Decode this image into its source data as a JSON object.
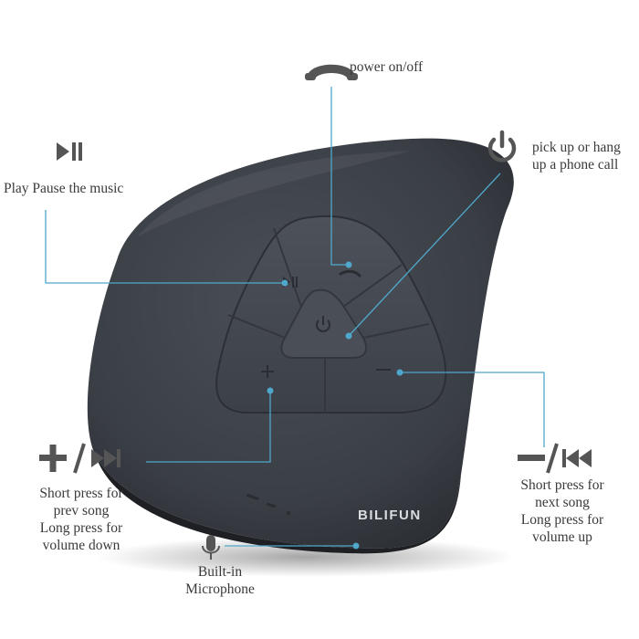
{
  "brand": "BILIFUN",
  "colors": {
    "body": "#3a3e45",
    "body_edge": "#23262b",
    "panel": "#454a52",
    "callout_line": "#4fa8cc",
    "icon_gray": "#555555"
  },
  "callouts": {
    "play_pause": {
      "icon": "play-pause-icon",
      "text": "Play Pause the music"
    },
    "power": {
      "icon": "phone-handset-icon",
      "text": "power on/off"
    },
    "call": {
      "icon": "power-icon",
      "lines": [
        "pick up or hang",
        "up a phone call"
      ]
    },
    "volume_down": {
      "icon": "plus-next-icon",
      "lines": [
        "Short press for",
        "prev song",
        "Long press for",
        "volume down"
      ]
    },
    "volume_up": {
      "icon": "minus-prev-icon",
      "lines": [
        "Short press for",
        "next song",
        "Long press for",
        "volume up"
      ]
    },
    "microphone": {
      "icon": "microphone-icon",
      "lines": [
        "Built-in",
        "Microphone"
      ]
    }
  }
}
